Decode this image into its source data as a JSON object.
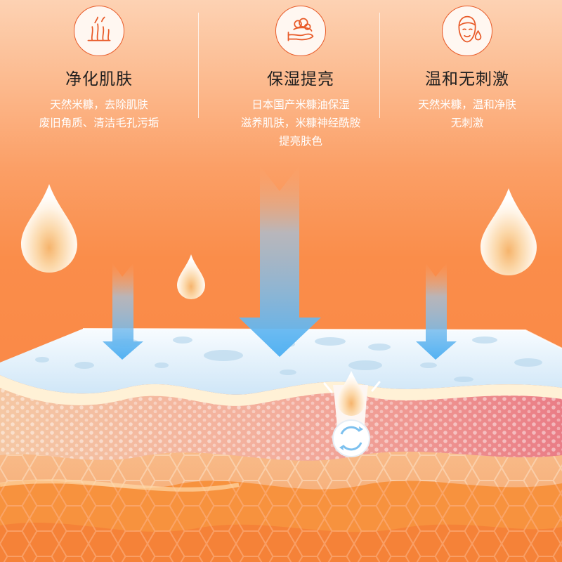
{
  "colors": {
    "background": "#f98443",
    "icon_stroke": "#e85a28",
    "title_text": "#1f1f1f",
    "desc_text": "#ffffff",
    "arrow_blue": "#5ab6f4",
    "skin_surface": "#e8f4fc"
  },
  "features": [
    {
      "icon": "hair-follicle-icon",
      "title": "净化肌肤",
      "desc_lines": [
        "天然米糠，去除肌肤",
        "废旧角质、清洁毛孔污垢"
      ]
    },
    {
      "icon": "foam-hand-icon",
      "title": "保湿提亮",
      "desc_lines": [
        "日本国产米糠油保湿",
        "滋养肌肤，米糠神经酰胺",
        "提亮肤色"
      ]
    },
    {
      "icon": "face-drop-icon",
      "title": "温和无刺激",
      "desc_lines": [
        "天然米糠，温和净肤",
        "无刺激"
      ]
    }
  ]
}
